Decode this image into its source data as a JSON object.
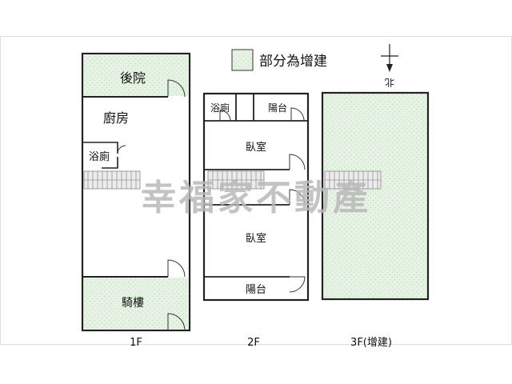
{
  "legend": {
    "text": "部分為增建",
    "swatch_color": "#e6f3e4"
  },
  "compass": {
    "label": "北",
    "icon": "north-arrow-icon"
  },
  "watermark": "幸福家不動產",
  "colors": {
    "wall": "#222222",
    "addition_fill": "#e6f3e4",
    "hatch": "#bfe0bb",
    "stair_fill": "#ececec"
  },
  "floors": [
    {
      "id": "1F",
      "label": "1F",
      "rooms": [
        {
          "id": "backyard",
          "label": "後院",
          "is_addition": true
        },
        {
          "id": "kitchen",
          "label": "廚房",
          "is_addition": false
        },
        {
          "id": "bathroom",
          "label": "浴廁",
          "is_addition": false
        },
        {
          "id": "arcade",
          "label": "騎樓",
          "is_addition": true
        }
      ]
    },
    {
      "id": "2F",
      "label": "2F",
      "rooms": [
        {
          "id": "bathroom",
          "label": "浴廁",
          "is_addition": false
        },
        {
          "id": "balcony-back",
          "label": "陽台",
          "is_addition": false
        },
        {
          "id": "bedroom-1",
          "label": "臥室",
          "is_addition": false
        },
        {
          "id": "bedroom-2",
          "label": "臥室",
          "is_addition": false
        },
        {
          "id": "balcony-front",
          "label": "陽台",
          "is_addition": false
        }
      ]
    },
    {
      "id": "3F",
      "label": "3F(增建)",
      "rooms": []
    }
  ]
}
